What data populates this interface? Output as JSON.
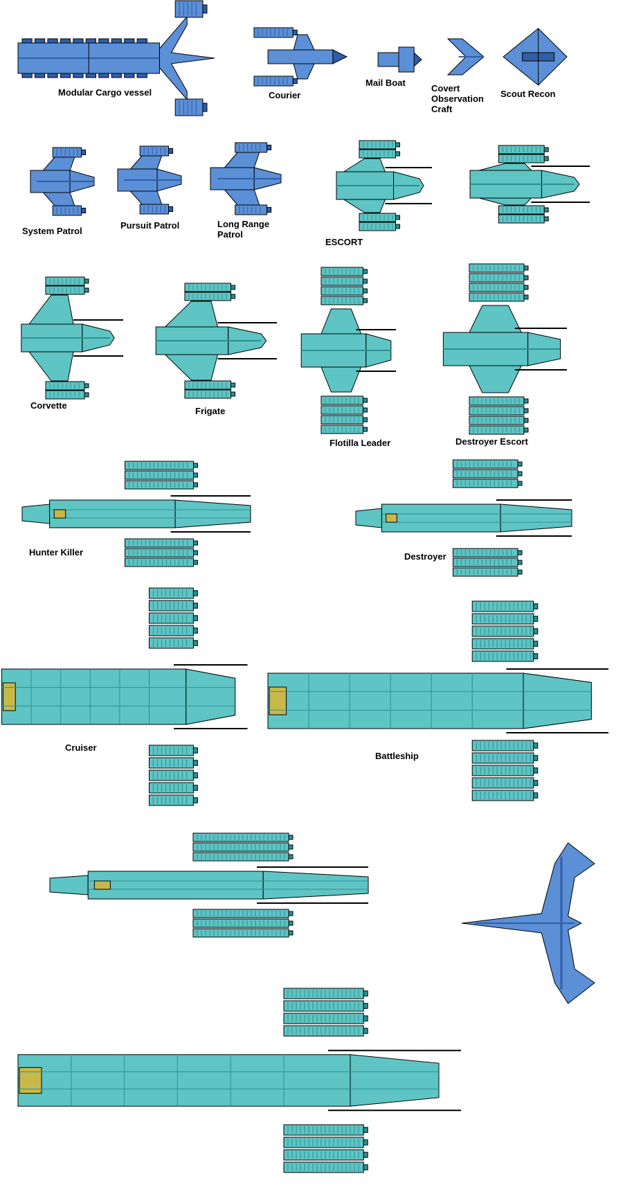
{
  "colors": {
    "teal": "#5ec4c4",
    "teal_dark": "#2f8f8f",
    "blue": "#5b8fd6",
    "blue_dark": "#2f5ea8",
    "outline": "#000000",
    "engine": "#c8b84a"
  },
  "ships": [
    {
      "id": "modular-cargo-vessel",
      "label": "Modular Cargo vessel",
      "scheme": "blue",
      "kind": "cargo"
    },
    {
      "id": "courier",
      "label": "Courier",
      "scheme": "blue",
      "kind": "small"
    },
    {
      "id": "mail-boat",
      "label": "Mail Boat",
      "scheme": "blue",
      "kind": "tiny"
    },
    {
      "id": "covert-observation-craft",
      "label": "Covert\nObservation\nCraft",
      "scheme": "blue",
      "kind": "chevron"
    },
    {
      "id": "scout-recon",
      "label": "Scout Recon",
      "scheme": "blue",
      "kind": "delta"
    },
    {
      "id": "system-patrol",
      "label": "System Patrol",
      "scheme": "blue",
      "kind": "patrol"
    },
    {
      "id": "pursuit-patrol",
      "label": "Pursuit Patrol",
      "scheme": "blue",
      "kind": "patrol"
    },
    {
      "id": "long-range-patrol",
      "label": "Long Range\nPatrol",
      "scheme": "blue",
      "kind": "patrol"
    },
    {
      "id": "escort",
      "label": "ESCORT",
      "scheme": "teal",
      "kind": "escort"
    },
    {
      "id": "escort-variant",
      "label": "",
      "scheme": "teal",
      "kind": "escort"
    },
    {
      "id": "corvette",
      "label": "Corvette",
      "scheme": "teal",
      "kind": "escort"
    },
    {
      "id": "frigate",
      "label": "Frigate",
      "scheme": "teal",
      "kind": "escort"
    },
    {
      "id": "flotilla-leader",
      "label": "Flotilla Leader",
      "scheme": "teal",
      "kind": "tall"
    },
    {
      "id": "destroyer-escort",
      "label": "Destroyer Escort",
      "scheme": "teal",
      "kind": "tall"
    },
    {
      "id": "hunter-killer",
      "label": "Hunter Killer",
      "scheme": "teal",
      "kind": "long"
    },
    {
      "id": "destroyer",
      "label": "Destroyer",
      "scheme": "teal",
      "kind": "long"
    },
    {
      "id": "cruiser",
      "label": "Cruiser",
      "scheme": "teal",
      "kind": "capital"
    },
    {
      "id": "battleship",
      "label": "Battleship",
      "scheme": "teal",
      "kind": "capital"
    },
    {
      "id": "heavy-hull",
      "label": "",
      "scheme": "teal",
      "kind": "long"
    },
    {
      "id": "blue-wing",
      "label": "",
      "scheme": "blue",
      "kind": "wing"
    },
    {
      "id": "dreadnought",
      "label": "",
      "scheme": "teal",
      "kind": "capital"
    }
  ]
}
